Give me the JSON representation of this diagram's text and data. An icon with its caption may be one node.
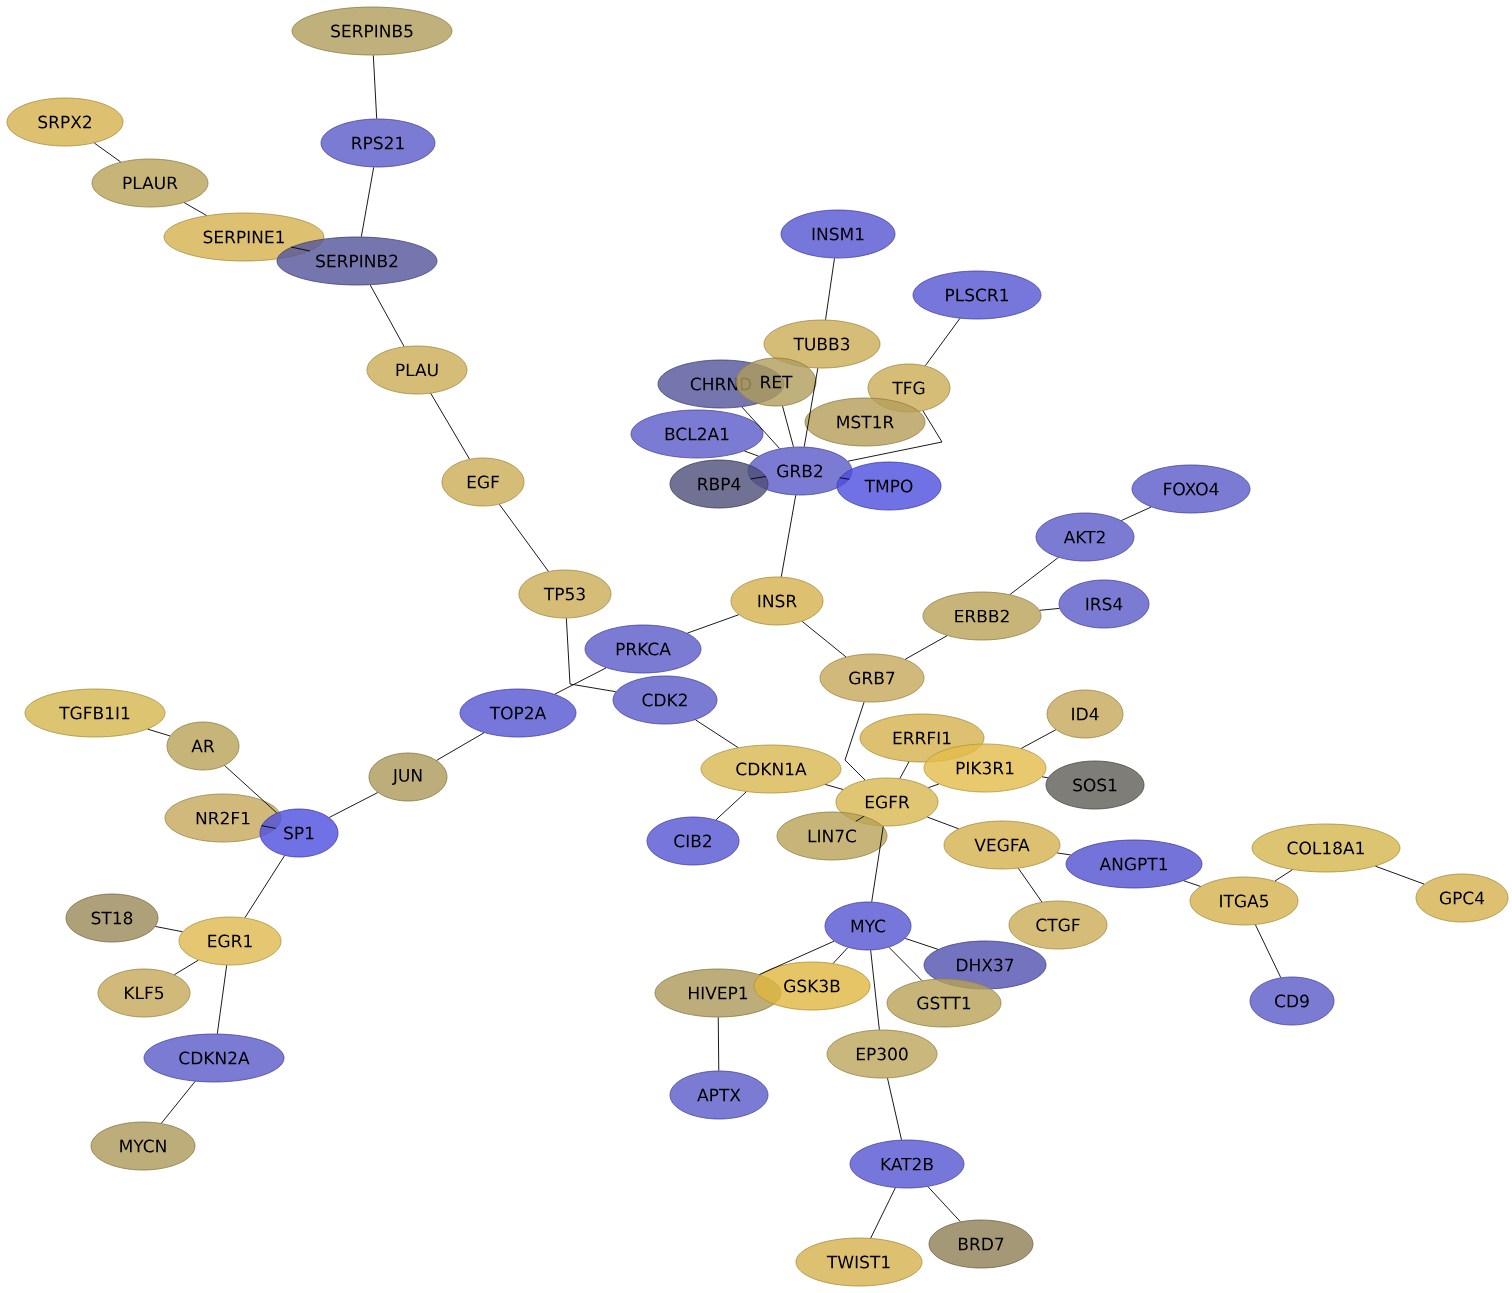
{
  "diagram": {
    "nodes": [
      {
        "text": [
          "SERPINB5"
        ]
      },
      {
        "text": [
          "SRPX2"
        ]
      },
      {
        "text": [
          "RPS21"
        ]
      },
      {
        "text": [
          "PLAUR"
        ]
      },
      {
        "text": [
          "SERPINE1"
        ]
      },
      {
        "text": [
          "SERPINB2"
        ]
      },
      {
        "text": [
          "INSM1"
        ]
      },
      {
        "text": [
          "PLSCR1"
        ]
      },
      {
        "text": [
          "TUBB3"
        ]
      },
      {
        "text": [
          "PLAU"
        ]
      },
      {
        "text": [
          "CHRND"
        ]
      },
      {
        "text": [
          "RET"
        ]
      },
      {
        "text": [
          "TFG"
        ]
      },
      {
        "text": [
          "MST1R"
        ]
      },
      {
        "text": [
          "BCL2A1"
        ]
      },
      {
        "text": [
          "GRB2"
        ]
      },
      {
        "text": [
          "TMPO"
        ]
      },
      {
        "text": [
          "RBP4"
        ]
      },
      {
        "text": [
          "EGF"
        ]
      },
      {
        "text": [
          "FOXO4"
        ]
      },
      {
        "text": [
          "AKT2"
        ]
      },
      {
        "text": [
          "TP53"
        ]
      },
      {
        "text": [
          "INSR"
        ]
      },
      {
        "text": [
          "ERBB2"
        ]
      },
      {
        "text": [
          "IRS4"
        ]
      },
      {
        "text": [
          "PRKCA"
        ]
      },
      {
        "text": [
          "GRB7"
        ]
      },
      {
        "text": [
          "CDK2"
        ]
      },
      {
        "text": [
          "TOP2A"
        ]
      },
      {
        "text": [
          "TGFB1I1"
        ]
      },
      {
        "text": [
          "ID4"
        ]
      },
      {
        "text": [
          "AR"
        ]
      },
      {
        "text": [
          "ERRFI1"
        ]
      },
      {
        "text": [
          "CDKN1A"
        ]
      },
      {
        "text": [
          "PIK3R1"
        ]
      },
      {
        "text": [
          "JUN"
        ]
      },
      {
        "text": [
          "SOS1"
        ]
      },
      {
        "text": [
          "EGFR"
        ]
      },
      {
        "text": [
          "NR2F1"
        ]
      },
      {
        "text": [
          "LIN7C"
        ]
      },
      {
        "text": [
          "SP1"
        ]
      },
      {
        "text": [
          "CIB2"
        ]
      },
      {
        "text": [
          "VEGFA"
        ]
      },
      {
        "text": [
          "ANGPT1"
        ]
      },
      {
        "text": [
          "COL18A1"
        ]
      },
      {
        "text": [
          "GPC4"
        ]
      },
      {
        "text": [
          "ITGA5"
        ]
      },
      {
        "text": [
          "ST18"
        ]
      },
      {
        "text": [
          "MYC"
        ]
      },
      {
        "text": [
          "CTGF"
        ]
      },
      {
        "text": [
          "EGR1"
        ]
      },
      {
        "text": [
          "DHX37"
        ]
      },
      {
        "text": [
          "GSK3B"
        ]
      },
      {
        "text": [
          "HIVEP1"
        ]
      },
      {
        "text": [
          "KLF5"
        ]
      },
      {
        "text": [
          "GSTT1"
        ]
      },
      {
        "text": [
          "CD9"
        ]
      },
      {
        "text": [
          "EP300"
        ]
      },
      {
        "text": [
          "CDKN2A"
        ]
      },
      {
        "text": [
          "APTX"
        ]
      },
      {
        "text": [
          "MYCN"
        ]
      },
      {
        "text": [
          "KAT2B"
        ]
      },
      {
        "text": [
          "BRD7"
        ]
      },
      {
        "text": [
          "TWIST1"
        ]
      }
    ],
    "edges": [
      {
        "from": 0,
        "to": 2,
        "arrow": "none"
      },
      {
        "from": 2,
        "to": 5,
        "arrow": "none"
      },
      {
        "from": 1,
        "to": 3,
        "arrow": "none"
      },
      {
        "from": 3,
        "to": 4,
        "arrow": "none"
      },
      {
        "from": 4,
        "to": 5,
        "arrow": "none"
      },
      {
        "from": 5,
        "to": 9,
        "arrow": "none"
      },
      {
        "from": 9,
        "to": 18,
        "arrow": "none"
      },
      {
        "from": 18,
        "to": 21,
        "arrow": "none"
      },
      {
        "from": 21,
        "to": 27,
        "arrow": "none"
      },
      {
        "from": 6,
        "to": 8,
        "arrow": "none"
      },
      {
        "from": 8,
        "to": 15,
        "arrow": "none"
      },
      {
        "from": 7,
        "to": 12,
        "arrow": "none"
      },
      {
        "from": 12,
        "to": 15,
        "arrow": "none"
      },
      {
        "from": 10,
        "to": 15,
        "arrow": "none"
      },
      {
        "from": 11,
        "to": 15,
        "arrow": "none"
      },
      {
        "from": 14,
        "to": 15,
        "arrow": "none"
      },
      {
        "from": 17,
        "to": 15,
        "arrow": "none"
      },
      {
        "from": 15,
        "to": 16,
        "arrow": "none"
      },
      {
        "from": 15,
        "to": 22,
        "arrow": "none"
      },
      {
        "from": 19,
        "to": 20,
        "arrow": "none"
      },
      {
        "from": 20,
        "to": 23,
        "arrow": "none"
      },
      {
        "from": 23,
        "to": 24,
        "arrow": "none"
      },
      {
        "from": 23,
        "to": 26,
        "arrow": "none"
      },
      {
        "from": 22,
        "to": 26,
        "arrow": "none"
      },
      {
        "from": 22,
        "to": 25,
        "arrow": "none"
      },
      {
        "from": 25,
        "to": 28,
        "arrow": "none"
      },
      {
        "from": 28,
        "to": 35,
        "arrow": "none"
      },
      {
        "from": 35,
        "to": 40,
        "arrow": "none"
      },
      {
        "from": 29,
        "to": 31,
        "arrow": "none"
      },
      {
        "from": 31,
        "to": 40,
        "arrow": "none"
      },
      {
        "from": 38,
        "to": 40,
        "arrow": "none"
      },
      {
        "from": 40,
        "to": 50,
        "arrow": "none"
      },
      {
        "from": 47,
        "to": 50,
        "arrow": "none"
      },
      {
        "from": 54,
        "to": 50,
        "arrow": "none"
      },
      {
        "from": 50,
        "to": 58,
        "arrow": "none"
      },
      {
        "from": 58,
        "to": 60,
        "arrow": "none"
      },
      {
        "from": 27,
        "to": 33,
        "arrow": "none"
      },
      {
        "from": 33,
        "to": 41,
        "arrow": "none"
      },
      {
        "from": 33,
        "to": 37,
        "arrow": "none"
      },
      {
        "from": 26,
        "to": 37,
        "arrow": "none"
      },
      {
        "from": 32,
        "to": 37,
        "arrow": "none"
      },
      {
        "from": 34,
        "to": 37,
        "arrow": "none"
      },
      {
        "from": 30,
        "to": 34,
        "arrow": "none"
      },
      {
        "from": 34,
        "to": 36,
        "arrow": "none"
      },
      {
        "from": 39,
        "to": 37,
        "arrow": "none"
      },
      {
        "from": 37,
        "to": 42,
        "arrow": "none"
      },
      {
        "from": 42,
        "to": 43,
        "arrow": "none"
      },
      {
        "from": 42,
        "to": 49,
        "arrow": "none"
      },
      {
        "from": 43,
        "to": 46,
        "arrow": "none"
      },
      {
        "from": 46,
        "to": 44,
        "arrow": "none"
      },
      {
        "from": 44,
        "to": 45,
        "arrow": "none"
      },
      {
        "from": 46,
        "to": 56,
        "arrow": "none"
      },
      {
        "from": 37,
        "to": 48,
        "arrow": "none"
      },
      {
        "from": 48,
        "to": 53,
        "arrow": "none"
      },
      {
        "from": 48,
        "to": 52,
        "arrow": "none"
      },
      {
        "from": 48,
        "to": 51,
        "arrow": "none"
      },
      {
        "from": 48,
        "to": 55,
        "arrow": "none"
      },
      {
        "from": 48,
        "to": 57,
        "arrow": "none"
      },
      {
        "from": 53,
        "to": 59,
        "arrow": "none"
      },
      {
        "from": 57,
        "to": 61,
        "arrow": "none"
      },
      {
        "from": 61,
        "to": 63,
        "arrow": "none"
      },
      {
        "from": 61,
        "to": 62,
        "arrow": "none"
      }
    ]
  }
}
